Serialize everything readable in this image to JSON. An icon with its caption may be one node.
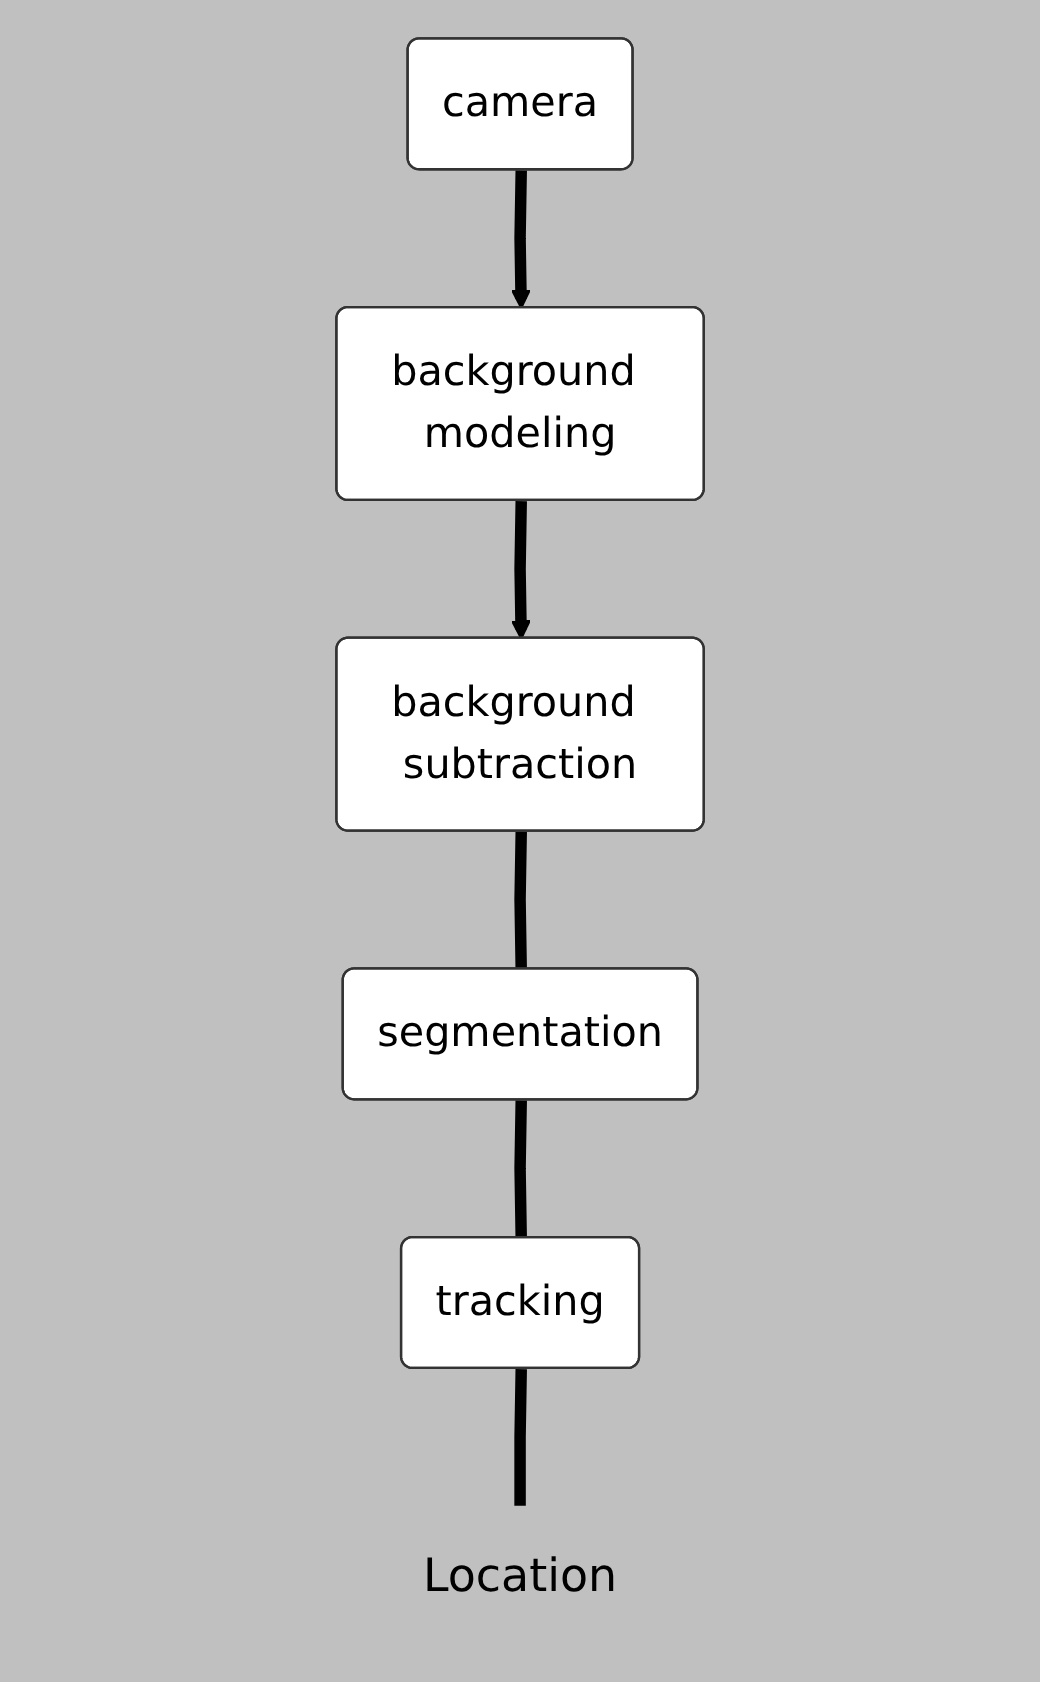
{
  "diagram": {
    "nodes": [
      {
        "text": [
          "background modeling"
        ]
      },
      {
        "text": [
          "camera"
        ]
      },
      {
        "text": [
          "background subtraction"
        ]
      },
      {
        "text": [
          "segmentation"
        ]
      },
      {
        "text": [
          "tracking"
        ]
      },
      {
        "text": [
          "Location"
        ]
      }
    ],
    "edges": [
      {
        "from": 1,
        "to": 0,
        "arrow": "to"
      },
      {
        "from": 0,
        "to": 2,
        "arrow": "to"
      },
      {
        "from": 2,
        "to": 3,
        "arrow": "none"
      },
      {
        "from": 3,
        "to": 4,
        "arrow": "none"
      },
      {
        "from": 4,
        "to": 5,
        "arrow": "none"
      }
    ]
  }
}
